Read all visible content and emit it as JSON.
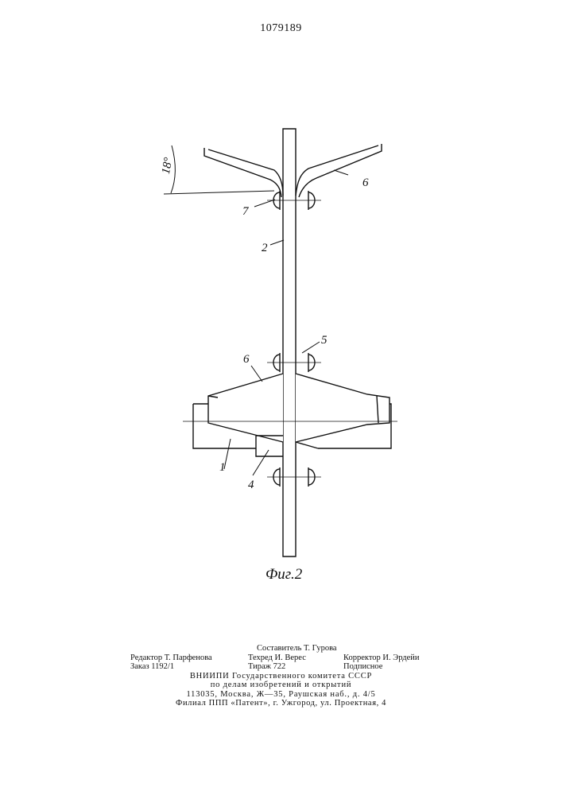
{
  "patent_number": "1079189",
  "figure": {
    "caption": "Фиг.2",
    "angle_label": "18°",
    "labels": {
      "l1": "1",
      "l2": "2",
      "l4": "4",
      "l5": "5",
      "l6_top": "6",
      "l6_mid": "6",
      "l7": "7"
    }
  },
  "imprint": {
    "composer": "Составитель Т. Гурова",
    "editor": "Редактор Т. Парфенова",
    "techred": "Техред И. Верес",
    "corrector": "Корректор И. Эрдейи",
    "order": "Заказ 1192/1",
    "circulation": "Тираж 722",
    "subscription": "Подписное",
    "org_line1": "ВНИИПИ Государственного комитета СССР",
    "org_line2": "по делам изобретений и открытий",
    "address": "113035, Москва, Ж—35, Раушская наб., д. 4/5",
    "branch": "Филиал ППП «Патент», г. Ужгород, ул. Проектная, 4"
  }
}
